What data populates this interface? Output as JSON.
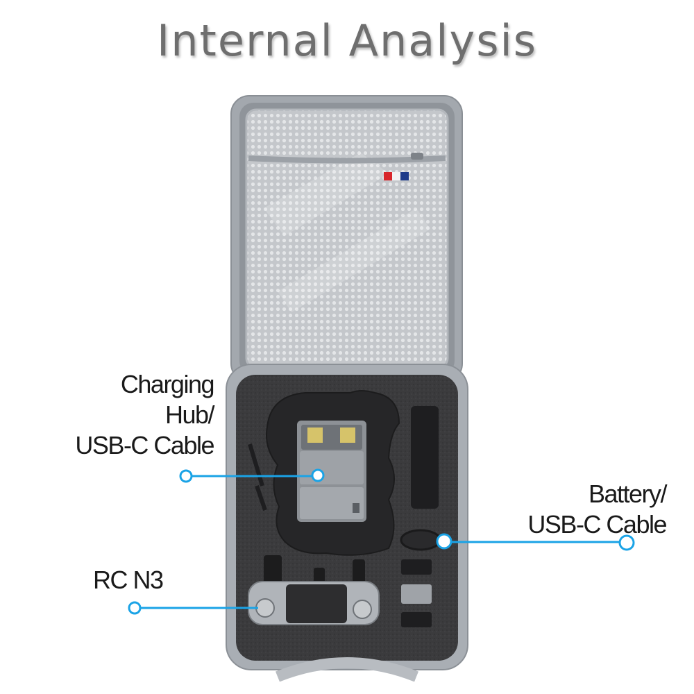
{
  "title": "Internal Analysis",
  "callouts": {
    "charging": {
      "lines": [
        "Charging",
        "Hub/",
        "USB-C Cable"
      ]
    },
    "battery": {
      "lines": [
        "Battery/",
        "USB-C Cable"
      ]
    },
    "rc": {
      "lines": [
        "RC N3"
      ]
    }
  },
  "colors": {
    "accent": "#1aa3e6",
    "case_shell": "#9aa0a8",
    "foam": "#3a3a3c",
    "mesh": "#c9ccd0"
  }
}
